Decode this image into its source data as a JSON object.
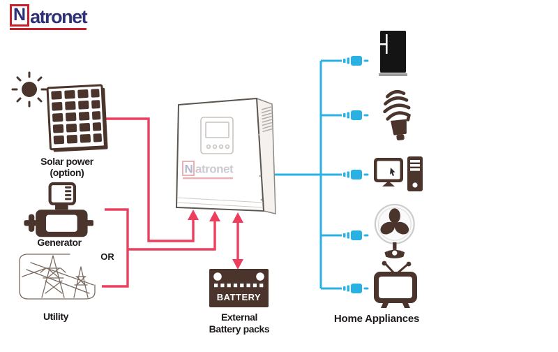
{
  "logo": {
    "initial": "N",
    "rest": "atronet"
  },
  "inverter_watermark": {
    "initial": "N",
    "rest": "atronet"
  },
  "sources": [
    {
      "icon": "solar-panel-icon",
      "label_line1": "Solar power",
      "label_line2": "(option)"
    },
    {
      "icon": "generator-icon",
      "label_line1": "Generator",
      "label_line2": ""
    },
    {
      "icon": "utility-towers-icon",
      "label_line1": "Utility",
      "label_line2": ""
    }
  ],
  "or_label": "OR",
  "inverter": {
    "name": "inverter-unit"
  },
  "battery": {
    "badge": "BATTERY",
    "label_line1": "External",
    "label_line2": "Battery packs"
  },
  "appliances": {
    "label": "Home Appliances",
    "items": [
      "refrigerator-icon",
      "cfl-bulb-icon",
      "desktop-computer-icon",
      "table-fan-icon",
      "television-icon"
    ]
  },
  "colors": {
    "connector_red": "#ee3e5e",
    "connector_cyan": "#29b1e4",
    "logo_navy": "#2e3175",
    "logo_red": "#c8202a",
    "icon_brown": "#4a342c",
    "fridge_black": "#141414",
    "label_text": "#1d1a19"
  }
}
